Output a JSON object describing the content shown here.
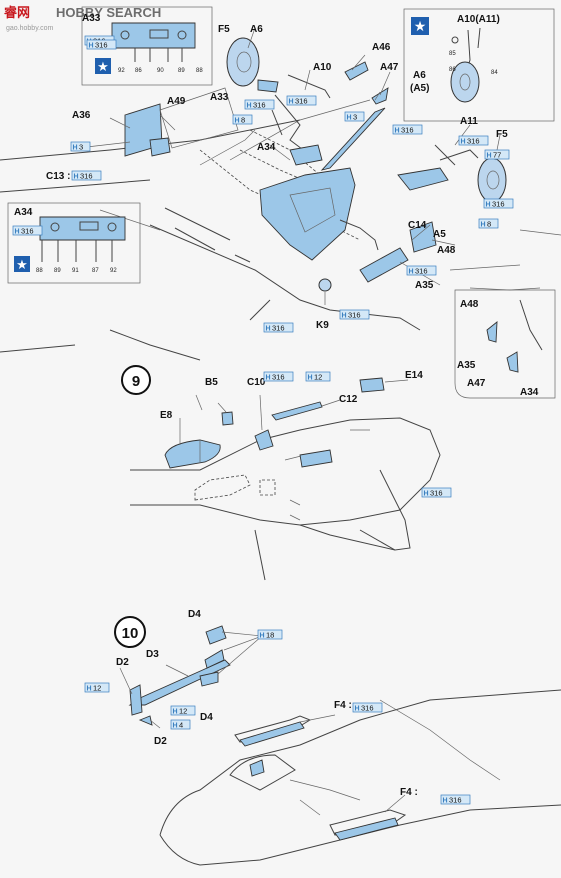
{
  "watermark": {
    "chinese": "睿网",
    "english": "HOBBY SEARCH",
    "url": "gao.hobby.com"
  },
  "steps": [
    "9",
    "10"
  ],
  "labels": {
    "a33_inset": "A33",
    "f5_left": "F5",
    "a6": "A6",
    "a10": "A10",
    "a46": "A46",
    "a47": "A47",
    "a49": "A49",
    "a33": "A33",
    "a36": "A36",
    "a34": "A34",
    "c13": "C13 :",
    "a11": "A11",
    "f5_right": "F5",
    "c14": "C14",
    "a5": "A5",
    "a48": "A48",
    "a35": "A35",
    "k9": "K9",
    "a34_inset": "A34",
    "a10_a11": "A10(A11)",
    "a6_inset": "A6",
    "a5_paren": "(A5)",
    "a48_inset": "A48",
    "a35_inset": "A35",
    "a47_inset": "A47",
    "a34_inset_right": "A34",
    "b5": "B5",
    "c10": "C10",
    "c12": "C12",
    "e14": "E14",
    "e8": "E8",
    "d4_top": "D4",
    "d3": "D3",
    "d2_top": "D2",
    "d2_bottom": "D2",
    "d4_bottom": "D4",
    "f4_top": "F4 :",
    "f4_bottom": "F4 :"
  },
  "insets": {
    "top_numbers": [
      "92",
      "86",
      "90",
      "89",
      "88"
    ],
    "left_numbers": [
      "88",
      "89",
      "91",
      "87",
      "92"
    ],
    "right_numbers": [
      "85",
      "86",
      "84"
    ]
  },
  "glue_tags": [
    {
      "h": "H",
      "n": "316"
    },
    {
      "h": "H",
      "n": "8"
    },
    {
      "h": "H",
      "n": "316"
    },
    {
      "h": "H",
      "n": "316"
    },
    {
      "h": "H",
      "n": "3"
    },
    {
      "h": "H",
      "n": "316"
    },
    {
      "h": "H",
      "n": "3"
    },
    {
      "h": "H",
      "n": "316"
    },
    {
      "h": "H",
      "n": "316"
    },
    {
      "h": "H",
      "n": "77"
    },
    {
      "h": "H",
      "n": "316"
    },
    {
      "h": "H",
      "n": "8"
    },
    {
      "h": "H",
      "n": "316"
    },
    {
      "h": "H",
      "n": "316"
    },
    {
      "h": "H",
      "n": "316"
    },
    {
      "h": "H",
      "n": "316"
    },
    {
      "h": "H",
      "n": "316"
    },
    {
      "h": "H",
      "n": "12"
    },
    {
      "h": "H",
      "n": "316"
    },
    {
      "h": "H",
      "n": "316"
    },
    {
      "h": "H",
      "n": "18"
    },
    {
      "h": "H",
      "n": "12"
    },
    {
      "h": "H",
      "n": "12"
    },
    {
      "h": "H",
      "n": "4"
    },
    {
      "h": "H",
      "n": "316"
    },
    {
      "h": "H",
      "n": "316"
    }
  ],
  "colors": {
    "part_blue": "#9cc7e8",
    "tag_blue": "#3a7fbf",
    "insignia_blue": "#1f5fae",
    "watermark_red": "#c8171d"
  }
}
